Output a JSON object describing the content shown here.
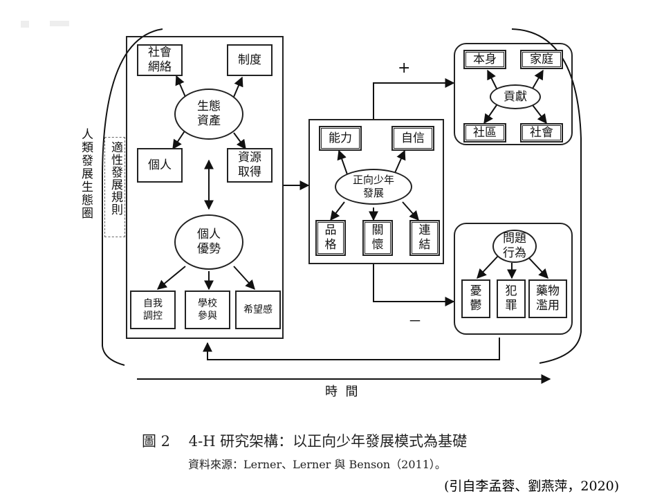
{
  "diagram": {
    "outer_label": "人類發展生態圈",
    "rule_label": "適性發展規則",
    "ecological_assets": {
      "center": "生態\n資產",
      "social_network": "社會\n網絡",
      "institution": "制度",
      "individual": "個人",
      "resource_access": "資源\n取得"
    },
    "personal_strengths": {
      "center": "個人\n優勢",
      "self_regulation": "自我\n調控",
      "school_engagement": "學校\n參與",
      "hope": "希望感"
    },
    "pyd": {
      "center": "正向少年\n發展",
      "competence": "能力",
      "confidence": "自信",
      "character": "品\n格",
      "caring": "關\n懷",
      "connection": "連\n結"
    },
    "contribution": {
      "center": "貢獻",
      "self": "本身",
      "family": "家庭",
      "community": "社區",
      "society": "社會"
    },
    "problem": {
      "center": "問題\n行為",
      "depression": "憂\n鬱",
      "crime": "犯\n罪",
      "drug_abuse": "藥物\n濫用"
    },
    "plus_sign": "+",
    "minus_sign": "－",
    "time_label": "時  間"
  },
  "caption": {
    "figure_title": "圖 2    4-H 研究架構：以正向少年發展模式為基礎",
    "source": "資料來源：Lerner、Lerner 與 Benson（2011）。",
    "citation": "(引自李孟蓉、劉燕萍，2020)"
  }
}
